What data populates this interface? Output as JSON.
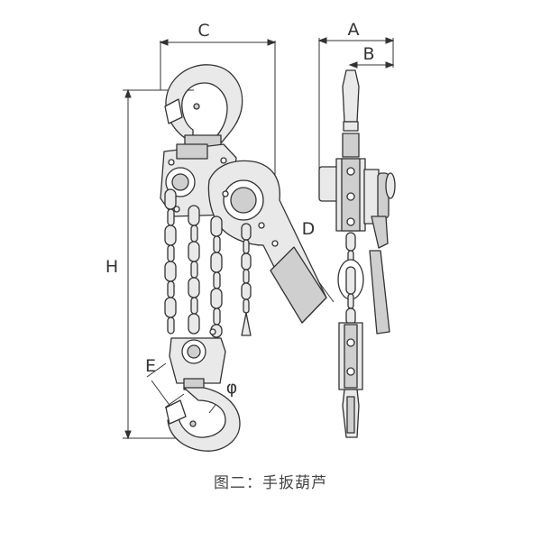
{
  "dimension_labels": {
    "c": "C",
    "a": "A",
    "b": "B",
    "h": "H",
    "d": "D",
    "e": "E",
    "phi": "φ"
  },
  "caption": "图二：手扳葫芦",
  "colors": {
    "line": "#333333",
    "fill_light": "#e9e9e9",
    "fill_mid": "#cfcfcf",
    "background": "#ffffff"
  }
}
